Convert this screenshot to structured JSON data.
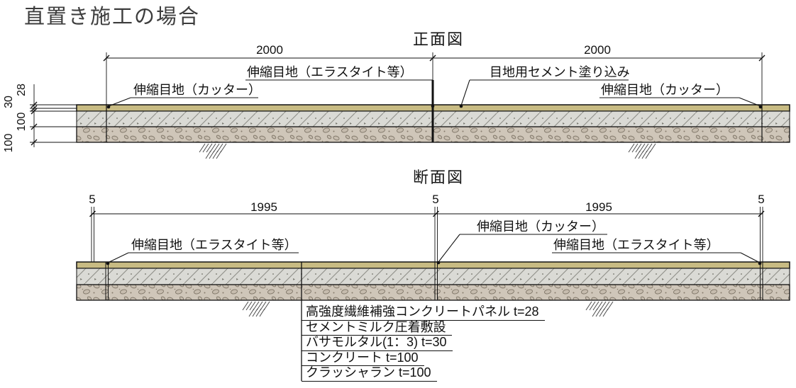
{
  "title": "直置き施工の場合",
  "front_view": {
    "label": "正面図",
    "dim_left_span": "2000",
    "dim_right_span": "2000",
    "left_dims": {
      "d1": "28",
      "d2": "30",
      "d3": "100",
      "d4": "100"
    },
    "callout_elastite": "伸縮目地（エラスタイト等）",
    "callout_cement": "目地用セメント塗り込み",
    "callout_cutter_left": "伸縮目地（カッター）",
    "callout_cutter_right": "伸縮目地（カッター）"
  },
  "section_view": {
    "label": "断面図",
    "dims": {
      "s1": "5",
      "span1": "1995",
      "s2": "5",
      "span2": "1995",
      "s3": "5"
    },
    "callout_cutter": "伸縮目地（カッター）",
    "callout_elastite_left": "伸縮目地（エラスタイト等）",
    "callout_elastite_right": "伸縮目地（エラスタイト等）",
    "layer_notes": [
      "高強度繊維補強コンクリートパネル t=28",
      "セメントミルク圧着敷設",
      "バサモルタル(1：3) t=30",
      "コンクリート t=100",
      "クラッシャラン t=100"
    ]
  },
  "colors": {
    "panel_tan": "#c8bb83",
    "concrete_gray": "#dadad5",
    "crusher_beige": "#cfc6b9",
    "line": "#111111"
  }
}
